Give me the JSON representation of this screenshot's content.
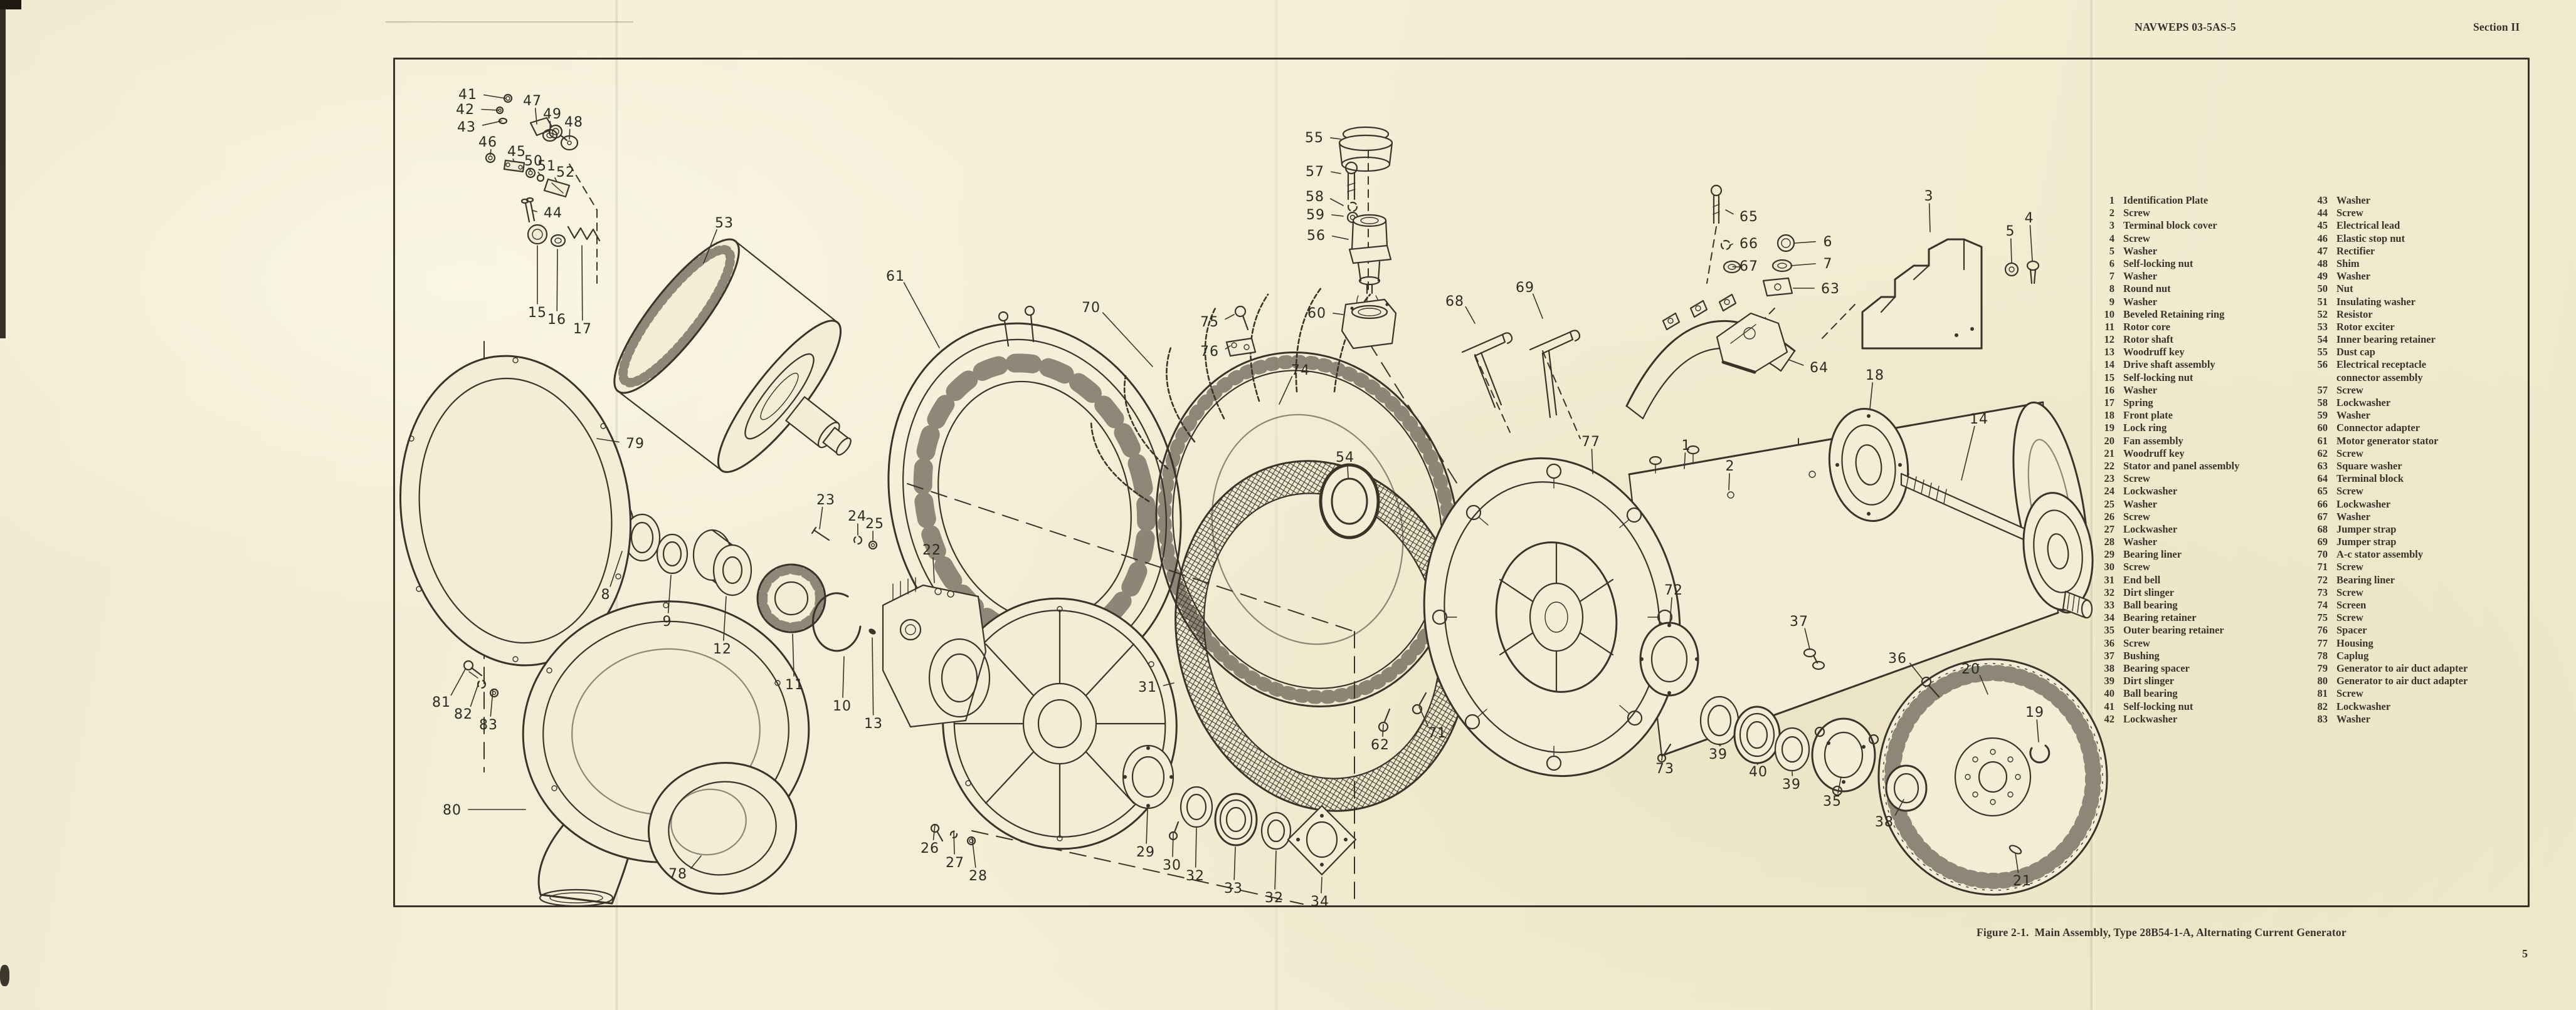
{
  "page": {
    "header": {
      "doc_number": "NAVWEPS 03-5AS-5",
      "section": "Section II"
    },
    "caption": "Figure 2-1.  Main Assembly, Type 28B54-1-A, Alternating Current Generator",
    "page_number": "5",
    "colors": {
      "paper": "#f2edd4",
      "ink": "#38312a"
    }
  },
  "parts_list": {
    "columns": [
      {
        "items": [
          {
            "n": "1",
            "name": "Identification Plate"
          },
          {
            "n": "2",
            "name": "Screw"
          },
          {
            "n": "3",
            "name": "Terminal block cover"
          },
          {
            "n": "4",
            "name": "Screw"
          },
          {
            "n": "5",
            "name": "Washer"
          },
          {
            "n": "6",
            "name": "Self-locking nut"
          },
          {
            "n": "7",
            "name": "Washer"
          },
          {
            "n": "8",
            "name": "Round nut"
          },
          {
            "n": "9",
            "name": "Washer"
          },
          {
            "n": "10",
            "name": "Beveled Retaining ring"
          },
          {
            "n": "11",
            "name": "Rotor core"
          },
          {
            "n": "12",
            "name": "Rotor shaft"
          },
          {
            "n": "13",
            "name": "Woodruff key"
          },
          {
            "n": "14",
            "name": "Drive shaft assembly"
          },
          {
            "n": "15",
            "name": "Self-locking nut"
          },
          {
            "n": "16",
            "name": "Washer"
          },
          {
            "n": "17",
            "name": "Spring"
          },
          {
            "n": "18",
            "name": "Front plate"
          },
          {
            "n": "19",
            "name": "Lock ring"
          },
          {
            "n": "20",
            "name": "Fan assembly"
          },
          {
            "n": "21",
            "name": "Woodruff key"
          },
          {
            "n": "22",
            "name": "Stator and panel assembly"
          },
          {
            "n": "23",
            "name": "Screw"
          },
          {
            "n": "24",
            "name": "Lockwasher"
          },
          {
            "n": "25",
            "name": "Washer"
          },
          {
            "n": "26",
            "name": "Screw"
          },
          {
            "n": "27",
            "name": "Lockwasher"
          },
          {
            "n": "28",
            "name": "Washer"
          },
          {
            "n": "29",
            "name": "Bearing liner"
          },
          {
            "n": "30",
            "name": "Screw"
          },
          {
            "n": "31",
            "name": "End bell"
          },
          {
            "n": "32",
            "name": "Dirt slinger"
          },
          {
            "n": "33",
            "name": "Ball bearing"
          },
          {
            "n": "34",
            "name": "Bearing retainer"
          },
          {
            "n": "35",
            "name": "Outer bearing retainer"
          },
          {
            "n": "36",
            "name": "Screw"
          },
          {
            "n": "37",
            "name": "Bushing"
          },
          {
            "n": "38",
            "name": "Bearing spacer"
          },
          {
            "n": "39",
            "name": "Dirt slinger"
          },
          {
            "n": "40",
            "name": "Ball bearing"
          },
          {
            "n": "41",
            "name": "Self-locking nut"
          },
          {
            "n": "42",
            "name": "Lockwasher"
          }
        ]
      },
      {
        "items": [
          {
            "n": "43",
            "name": "Washer"
          },
          {
            "n": "44",
            "name": "Screw"
          },
          {
            "n": "45",
            "name": "Electrical lead"
          },
          {
            "n": "46",
            "name": "Elastic stop nut"
          },
          {
            "n": "47",
            "name": "Rectifier"
          },
          {
            "n": "48",
            "name": "Shim"
          },
          {
            "n": "49",
            "name": "Washer"
          },
          {
            "n": "50",
            "name": "Nut"
          },
          {
            "n": "51",
            "name": "Insulating washer"
          },
          {
            "n": "52",
            "name": "Resistor"
          },
          {
            "n": "53",
            "name": "Rotor exciter"
          },
          {
            "n": "54",
            "name": "Inner bearing retainer"
          },
          {
            "n": "55",
            "name": "Dust cap"
          },
          {
            "n": "56",
            "name": "Electrical receptacle",
            "name2": "connector assembly"
          },
          {
            "n": "57",
            "name": "Screw"
          },
          {
            "n": "58",
            "name": "Lockwasher"
          },
          {
            "n": "59",
            "name": "Washer"
          },
          {
            "n": "60",
            "name": "Connector adapter"
          },
          {
            "n": "61",
            "name": "Motor generator stator"
          },
          {
            "n": "62",
            "name": "Screw"
          },
          {
            "n": "63",
            "name": "Square washer"
          },
          {
            "n": "64",
            "name": "Terminal block"
          },
          {
            "n": "65",
            "name": "Screw"
          },
          {
            "n": "66",
            "name": "Lockwasher"
          },
          {
            "n": "67",
            "name": "Washer"
          },
          {
            "n": "68",
            "name": "Jumper strap"
          },
          {
            "n": "69",
            "name": "Jumper strap"
          },
          {
            "n": "70",
            "name": "A-c stator assembly"
          },
          {
            "n": "71",
            "name": "Screw"
          },
          {
            "n": "72",
            "name": "Bearing liner"
          },
          {
            "n": "73",
            "name": "Screw"
          },
          {
            "n": "74",
            "name": "Screen"
          },
          {
            "n": "75",
            "name": "Screw"
          },
          {
            "n": "76",
            "name": "Spacer"
          },
          {
            "n": "77",
            "name": "Housing"
          },
          {
            "n": "78",
            "name": "Caplug"
          },
          {
            "n": "79",
            "name": "Generator to air duct adapter"
          },
          {
            "n": "80",
            "name": "Generator to air duct adapter"
          },
          {
            "n": "81",
            "name": "Screw"
          },
          {
            "n": "82",
            "name": "Lockwasher"
          },
          {
            "n": "83",
            "name": "Washer"
          }
        ]
      }
    ]
  },
  "callouts": [
    [
      "41",
      746,
      150,
      806,
      157
    ],
    [
      "42",
      742,
      174,
      795,
      176
    ],
    [
      "43",
      744,
      202,
      800,
      193
    ],
    [
      "47",
      849,
      160,
      856,
      198
    ],
    [
      "49",
      881,
      181,
      877,
      210
    ],
    [
      "48",
      915,
      194,
      908,
      222
    ],
    [
      "46",
      778,
      226,
      782,
      247
    ],
    [
      "45",
      824,
      241,
      820,
      258
    ],
    [
      "50",
      851,
      256,
      846,
      272
    ],
    [
      "51",
      872,
      264,
      862,
      280
    ],
    [
      "52",
      902,
      274,
      888,
      290
    ],
    [
      "44",
      882,
      339,
      850,
      336
    ],
    [
      "15",
      857,
      498,
      857,
      392
    ],
    [
      "16",
      888,
      509,
      889,
      398
    ],
    [
      "17",
      929,
      524,
      928,
      392
    ],
    [
      "53",
      1155,
      355,
      1122,
      420
    ],
    [
      "61",
      1428,
      440,
      1498,
      555
    ],
    [
      "70",
      1740,
      490,
      1838,
      585
    ],
    [
      "75",
      1929,
      513,
      1968,
      502
    ],
    [
      "76",
      1929,
      560,
      1962,
      552
    ],
    [
      "74",
      2074,
      590,
      2040,
      645
    ],
    [
      "55",
      2096,
      219,
      2138,
      222
    ],
    [
      "57",
      2097,
      273,
      2138,
      277
    ],
    [
      "58",
      2097,
      313,
      2142,
      328
    ],
    [
      "59",
      2098,
      342,
      2142,
      345
    ],
    [
      "56",
      2099,
      375,
      2150,
      382
    ],
    [
      "60",
      2100,
      499,
      2142,
      502
    ],
    [
      "68",
      2320,
      480,
      2352,
      516
    ],
    [
      "69",
      2432,
      458,
      2460,
      508
    ],
    [
      "54",
      2145,
      729,
      2150,
      762
    ],
    [
      "65",
      2789,
      345,
      2752,
      335
    ],
    [
      "66",
      2789,
      388,
      2760,
      391
    ],
    [
      "67",
      2789,
      424,
      2774,
      426
    ],
    [
      "6",
      2915,
      385,
      2862,
      388
    ],
    [
      "7",
      2915,
      420,
      2856,
      424
    ],
    [
      "63",
      2919,
      460,
      2860,
      460
    ],
    [
      "64",
      2901,
      586,
      2852,
      574
    ],
    [
      "3",
      3076,
      312,
      3078,
      370
    ],
    [
      "5",
      3206,
      368,
      3208,
      420
    ],
    [
      "4",
      3236,
      347,
      3241,
      416
    ],
    [
      "18",
      2990,
      598,
      2982,
      652
    ],
    [
      "14",
      3156,
      668,
      3128,
      766
    ],
    [
      "77",
      2537,
      704,
      2540,
      756
    ],
    [
      "1",
      2689,
      710,
      2686,
      748
    ],
    [
      "2",
      2759,
      743,
      2757,
      782
    ],
    [
      "72",
      2669,
      941,
      2663,
      994
    ],
    [
      "73",
      2655,
      1226,
      2651,
      1206
    ],
    [
      "39",
      2740,
      1203,
      2742,
      1190
    ],
    [
      "40",
      2804,
      1231,
      2803,
      1220
    ],
    [
      "39",
      2857,
      1251,
      2858,
      1232
    ],
    [
      "35",
      2922,
      1278,
      2936,
      1240
    ],
    [
      "37",
      2869,
      991,
      2886,
      1036
    ],
    [
      "36",
      3026,
      1050,
      3066,
      1084
    ],
    [
      "38",
      3005,
      1311,
      3036,
      1276
    ],
    [
      "20",
      3143,
      1067,
      3170,
      1108
    ],
    [
      "19",
      3245,
      1136,
      3251,
      1184
    ],
    [
      "21",
      3225,
      1405,
      3214,
      1362
    ],
    [
      "8",
      966,
      948,
      992,
      880
    ],
    [
      "9",
      1064,
      991,
      1070,
      918
    ],
    [
      "12",
      1152,
      1035,
      1158,
      952
    ],
    [
      "11",
      1267,
      1092,
      1264,
      1012
    ],
    [
      "10",
      1343,
      1126,
      1346,
      1048
    ],
    [
      "13",
      1393,
      1154,
      1391,
      1018
    ],
    [
      "22",
      1486,
      877,
      1490,
      930
    ],
    [
      "23",
      1317,
      797,
      1307,
      844
    ],
    [
      "24",
      1367,
      823,
      1368,
      854
    ],
    [
      "25",
      1395,
      835,
      1392,
      862
    ],
    [
      "79",
      1013,
      707,
      952,
      700
    ],
    [
      "81",
      704,
      1120,
      742,
      1068
    ],
    [
      "82",
      739,
      1139,
      764,
      1088
    ],
    [
      "83",
      779,
      1156,
      786,
      1102
    ],
    [
      "80",
      721,
      1292,
      838,
      1292
    ],
    [
      "78",
      1081,
      1394,
      1118,
      1366
    ],
    [
      "26",
      1483,
      1353,
      1491,
      1316
    ],
    [
      "27",
      1523,
      1376,
      1521,
      1326
    ],
    [
      "28",
      1560,
      1397,
      1550,
      1336
    ],
    [
      "29",
      1827,
      1359,
      1830,
      1292
    ],
    [
      "30",
      1869,
      1380,
      1871,
      1328
    ],
    [
      "32",
      1906,
      1397,
      1908,
      1322
    ],
    [
      "33",
      1967,
      1417,
      1970,
      1352
    ],
    [
      "32",
      2032,
      1432,
      2035,
      1358
    ],
    [
      "34",
      2105,
      1438,
      2108,
      1400
    ],
    [
      "31",
      1830,
      1096,
      1872,
      1090
    ],
    [
      "62",
      2201,
      1188,
      2206,
      1156
    ],
    [
      "71",
      2292,
      1169,
      2263,
      1128
    ]
  ]
}
